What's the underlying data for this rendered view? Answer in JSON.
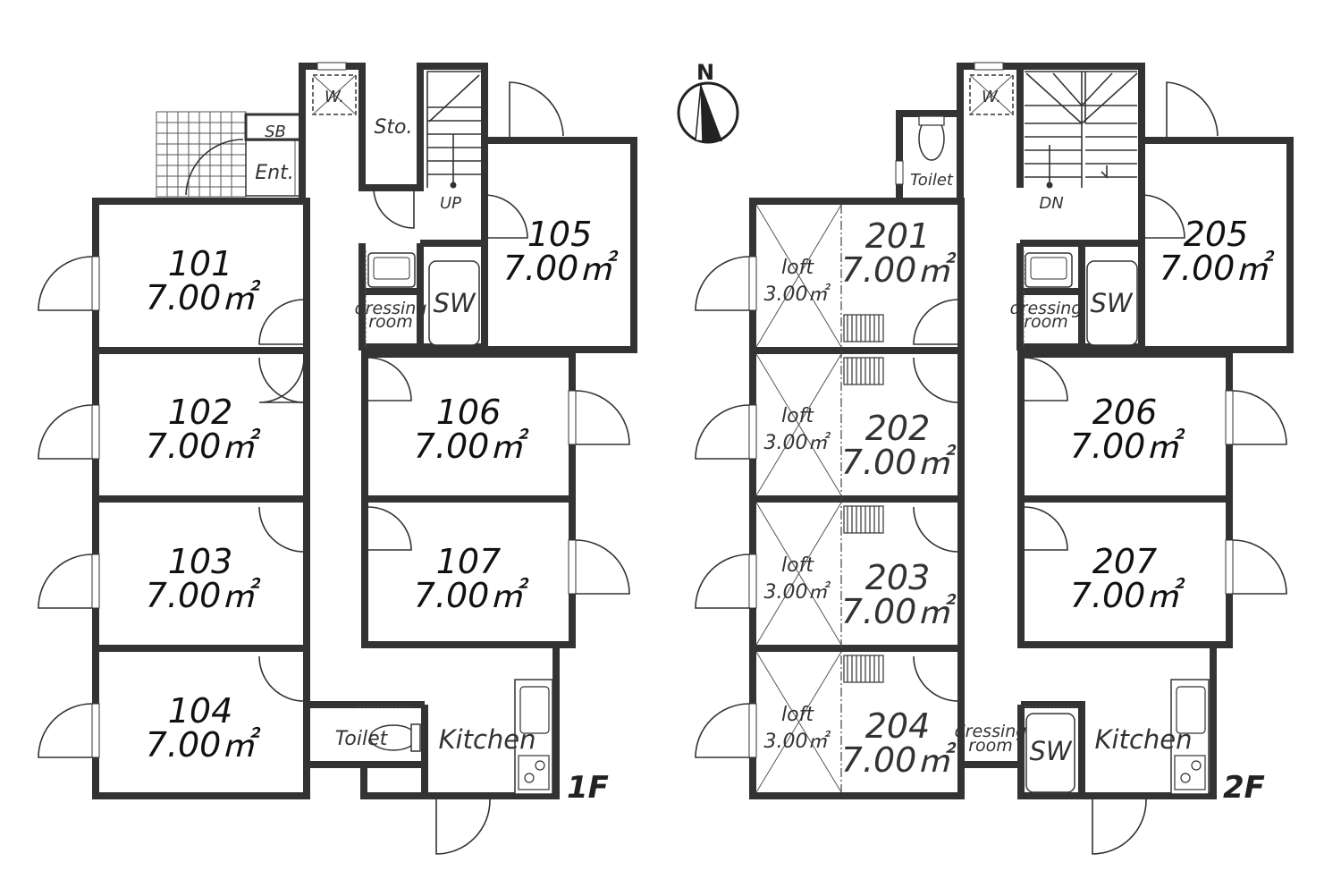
{
  "compass": {
    "north_label": "N"
  },
  "floors": [
    {
      "label": "1F",
      "rooms": [
        {
          "number": "101",
          "area": "7.00㎡"
        },
        {
          "number": "102",
          "area": "7.00㎡"
        },
        {
          "number": "103",
          "area": "7.00㎡"
        },
        {
          "number": "104",
          "area": "7.00㎡"
        },
        {
          "number": "105",
          "area": "7.00㎡"
        },
        {
          "number": "106",
          "area": "7.00㎡"
        },
        {
          "number": "107",
          "area": "7.00㎡"
        }
      ],
      "labels": {
        "washer": "W.",
        "storage": "Sto.",
        "shoe_box": "SB",
        "entrance": "Ent.",
        "stairs": "UP",
        "dressing_1": "dressing",
        "dressing_2": "room",
        "shower": "SW",
        "toilet": "Toilet",
        "kitchen": "Kitchen"
      }
    },
    {
      "label": "2F",
      "rooms": [
        {
          "number": "201",
          "area": "7.00㎡",
          "loft_label": "loft",
          "loft_area": "3.00㎡"
        },
        {
          "number": "202",
          "area": "7.00㎡",
          "loft_label": "loft",
          "loft_area": "3.00㎡"
        },
        {
          "number": "203",
          "area": "7.00㎡",
          "loft_label": "loft",
          "loft_area": "3.00㎡"
        },
        {
          "number": "204",
          "area": "7.00㎡",
          "loft_label": "loft",
          "loft_area": "3.00㎡"
        },
        {
          "number": "205",
          "area": "7.00㎡"
        },
        {
          "number": "206",
          "area": "7.00㎡"
        },
        {
          "number": "207",
          "area": "7.00㎡"
        }
      ],
      "labels": {
        "washer": "W.",
        "toilet": "Toilet",
        "stairs": "DN",
        "dressing_1": "dressing",
        "dressing_2": "room",
        "shower": "SW",
        "dressing_b_1": "dressing",
        "dressing_b_2": "room",
        "shower_b": "SW",
        "kitchen": "Kitchen"
      }
    }
  ]
}
